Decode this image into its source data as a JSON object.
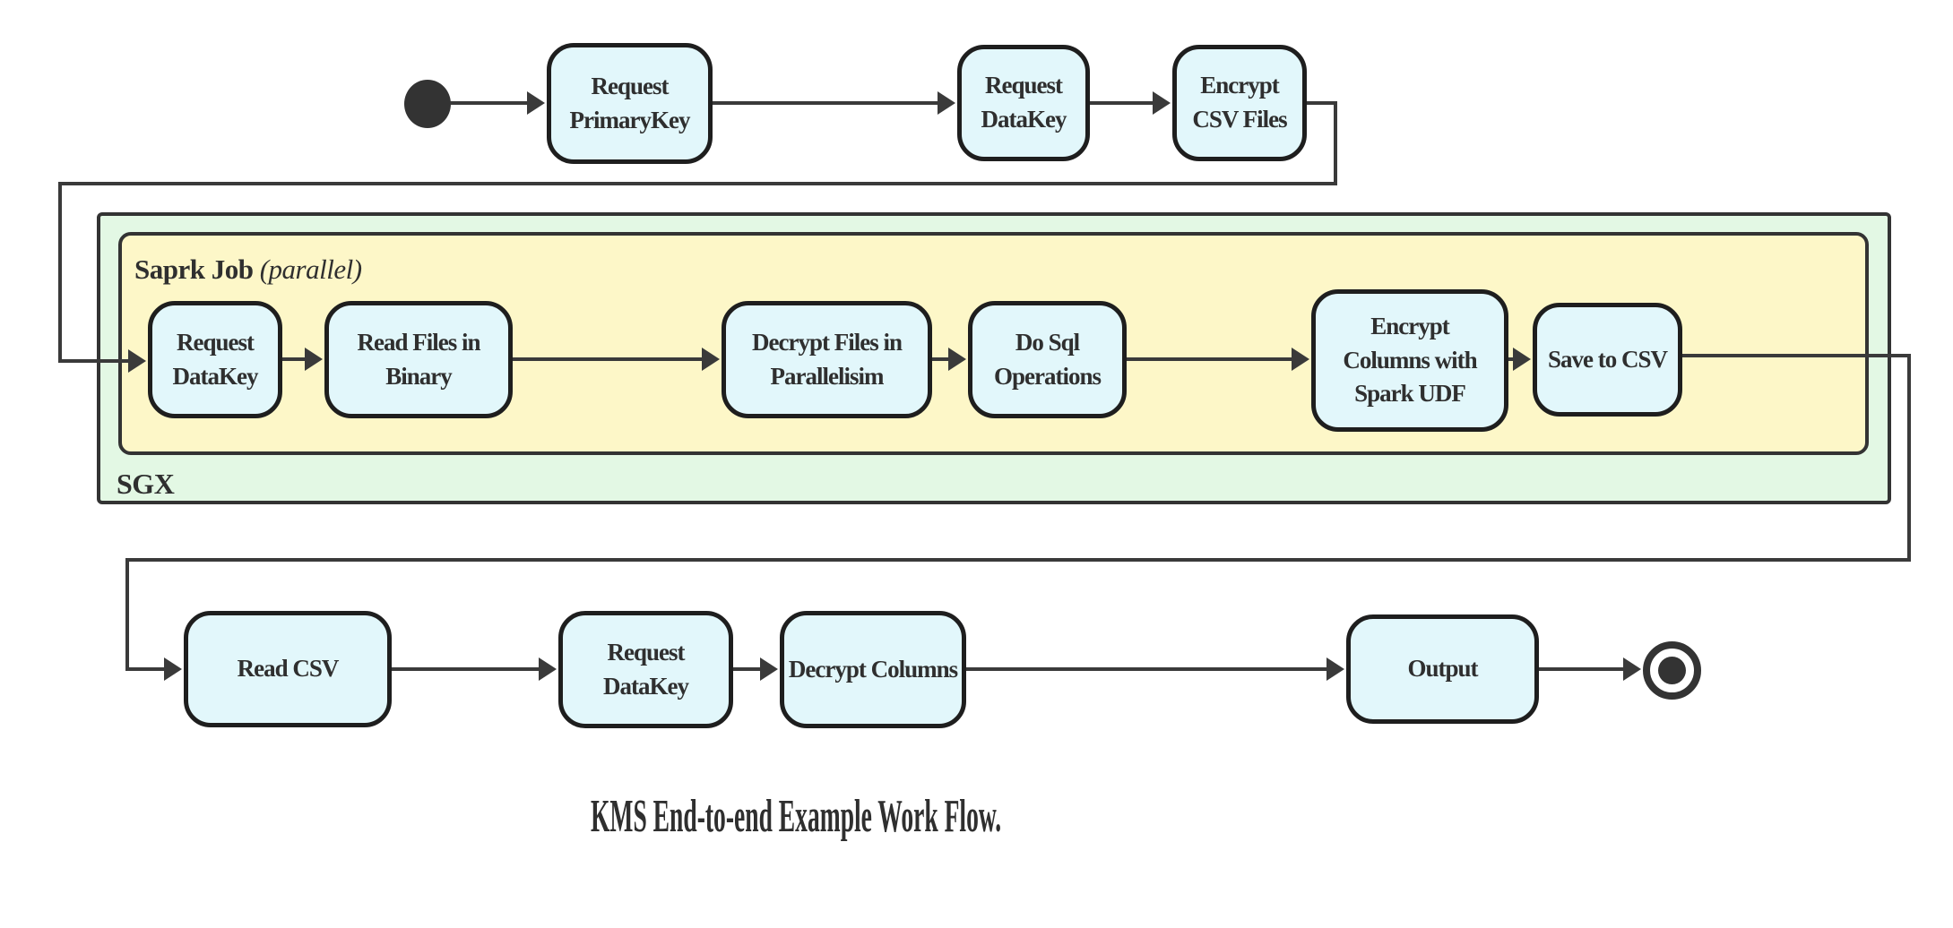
{
  "caption": "KMS End-to-end Example Work Flow.",
  "colors": {
    "node_fill": "#e2f7fb",
    "node_border": "#1e1e1e",
    "sgx_fill": "#e3f8e4",
    "spark_fill": "#fdf7c8",
    "line": "#3a3a3a",
    "text": "#2f2f2f"
  },
  "containers": {
    "sgx": {
      "label": "SGX"
    },
    "spark_job": {
      "label": "Saprk Job",
      "annotation": "(parallel)"
    }
  },
  "flow": {
    "top": [
      {
        "label": "Request\nPrimaryKey"
      },
      {
        "label": "Request\nDataKey"
      },
      {
        "label": "Encrypt\nCSV Files"
      }
    ],
    "sgx_row": [
      {
        "label": "Request\nDataKey"
      },
      {
        "label": "Read Files in\nBinary"
      },
      {
        "label": "Decrypt Files in\nParallelisim"
      },
      {
        "label": "Do Sql\nOperations"
      },
      {
        "label": "Encrypt\nColumns with\nSpark UDF"
      },
      {
        "label": "Save to CSV"
      }
    ],
    "bottom": [
      {
        "label": "Read CSV"
      },
      {
        "label": "Request DataKey"
      },
      {
        "label": "Decrypt Columns"
      },
      {
        "label": "Output"
      }
    ]
  }
}
